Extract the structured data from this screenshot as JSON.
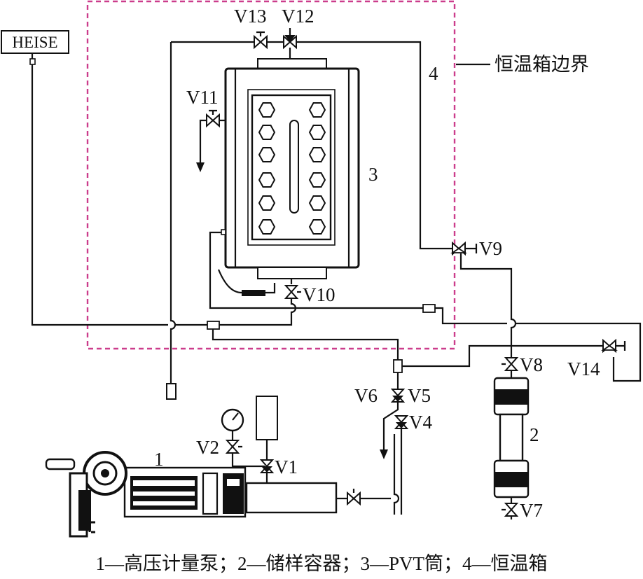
{
  "labels": {
    "heise": "HEISE",
    "boundary": "恒温箱边界",
    "n1": "1",
    "n2": "2",
    "n3": "3",
    "n4": "4",
    "v1": "V1",
    "v2": "V2",
    "v4": "V4",
    "v5": "V5",
    "v6": "V6",
    "v7": "V7",
    "v8": "V8",
    "v9": "V9",
    "v10": "V10",
    "v11": "V11",
    "v12": "V12",
    "v13": "V13",
    "v14": "V14"
  },
  "caption": "1—高压计量泵；2—储样容器；3—PVT筒；4—恒温箱",
  "colors": {
    "boundary": "#cc3d8c",
    "line": "#111111"
  }
}
